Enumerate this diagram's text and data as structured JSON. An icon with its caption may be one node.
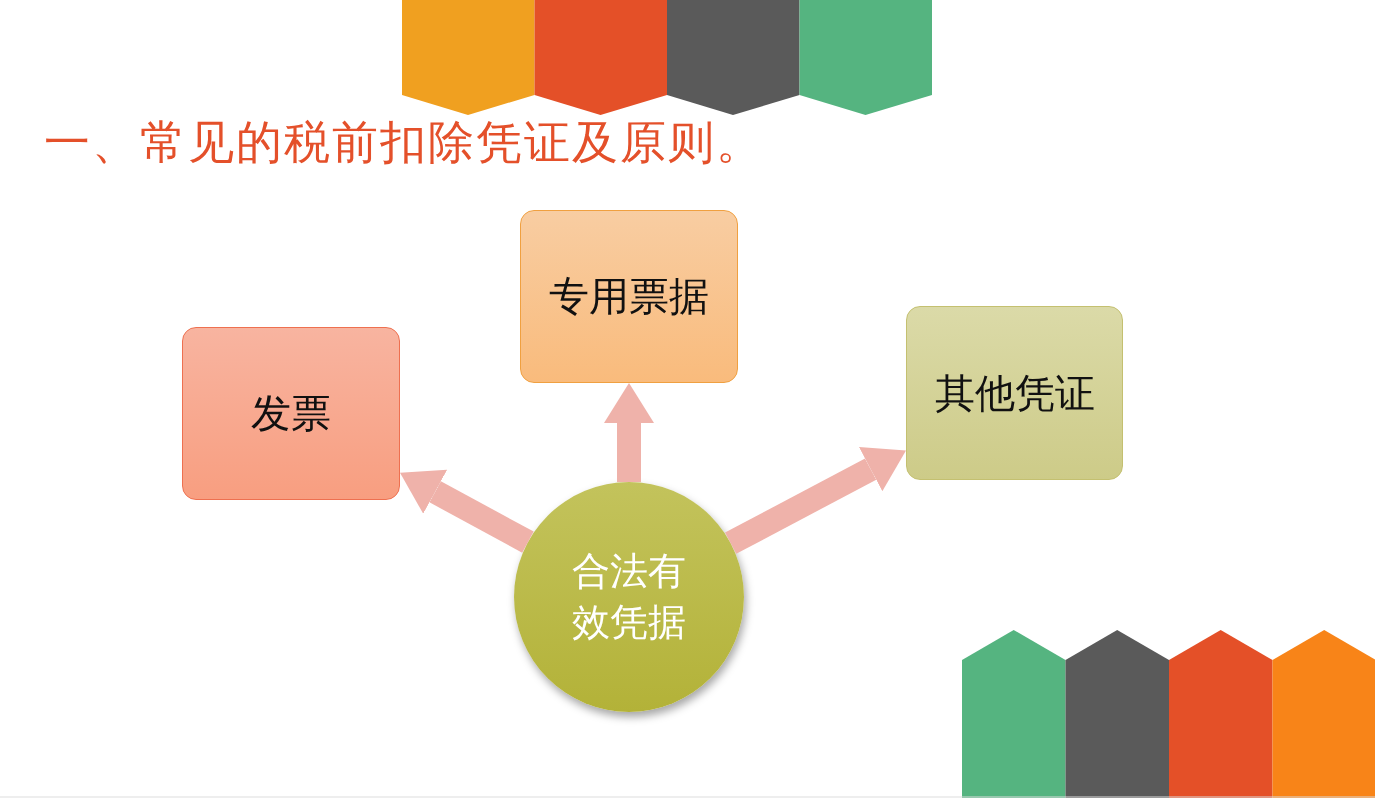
{
  "diagram": {
    "title": "一、常见的税前扣除凭证及原则。",
    "nodes": [
      {
        "text": [
          "专用票据"
        ]
      },
      {
        "text": [
          "发票"
        ]
      },
      {
        "text": [
          "其他凭证"
        ]
      },
      {
        "text": [
          "合法有效凭据"
        ]
      }
    ],
    "edges": [
      {
        "from": 3,
        "to": 1,
        "arrow": "to"
      },
      {
        "from": 3,
        "to": 0,
        "arrow": "to"
      },
      {
        "from": 3,
        "to": 2,
        "arrow": "to"
      }
    ]
  }
}
